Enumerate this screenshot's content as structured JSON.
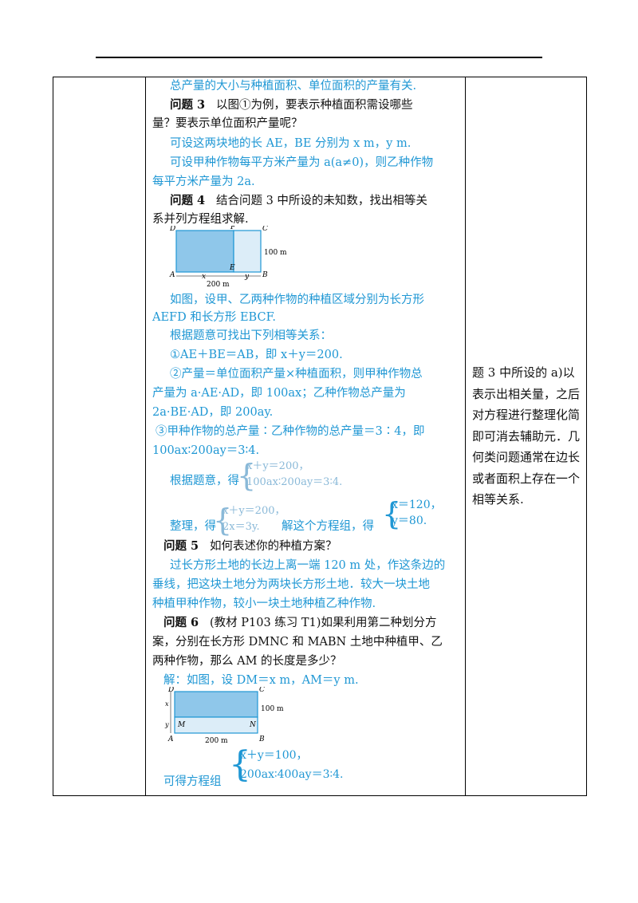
{
  "lines": {
    "l1": "总产量的大小与种植面积、单位面积的产量有关.",
    "q3_label": "问题 3",
    "q3_text": "以图①为例，要表示种植面积需设哪些",
    "q3_text2": "量？要表示单位面积产量呢？",
    "a3_1": "可设这两块地的长 AE，BE 分别为 x m，y m.",
    "a3_2": "可设甲种作物每平方米产量为 a(a≠0)，则乙种作物",
    "a3_3": "每平方米产量为 2a.",
    "q4_label": "问题 4",
    "q4_text": "结合问题 3 中所设的未知数，找出相等关",
    "q4_text2": "系并列方程组求解.",
    "a4_1": "如图，设甲、乙两种作物的种植区域分别为长方形",
    "a4_2": "AEFD 和长方形 EBCF.",
    "a4_3": "根据题意可找出下列相等关系：",
    "a4_4": "①AE＋BE＝AB，即 x＋y＝200.",
    "a4_5": "②产量＝单位面积产量×种植面积，则甲种作物总",
    "a4_6": "产量为 a·AE·AD，即 100ax；乙种作物总产量为",
    "a4_7": "2a·BE·AD，即 200ay.",
    "a4_8": "③甲种作物的总产量∶乙种作物的总产量＝3∶4，即",
    "a4_9": "100ax∶200ay＝3∶4.",
    "a4_10": "根据题意，得",
    "a4_11a": "整理，得",
    "a4_11b": "解这个方程组，得",
    "q5_label": "问题 5",
    "q5_text": "如何表述你的种植方案？",
    "a5_1": "过长方形土地的长边上离一端 120 m 处，作这条边的",
    "a5_2": "垂线，把这块土地分为两块长方形土地．较大一块土地",
    "a5_3": "种植甲种作物，较小一块土地种植乙种作物.",
    "q6_label": "问题 6",
    "q6_text": "(教材 P103 练习 T1)如果利用第二种划分方",
    "q6_text2": "案，分别在长方形 DMNC 和 MABN 土地中种植甲、乙",
    "q6_text3": "两种作物，那么 AM 的长度是多少？",
    "a6_1": "解：如图，设 DM＝x m，AM＝y m.",
    "a6_2": "可得方程组"
  },
  "systems": {
    "s1": [
      "x＋y＝200，",
      "100ax∶200ay＝3∶4."
    ],
    "s2": [
      "x＋y＝200，",
      "2x＝3y."
    ],
    "s3": [
      "x＝120，",
      "y＝80."
    ],
    "s4": [
      "x＋y＝100，",
      "200ax∶400ay＝3∶4."
    ]
  },
  "figure1": {
    "labels": {
      "D": "D",
      "F": "F",
      "C": "C",
      "A": "A",
      "E": "E",
      "B": "B",
      "x": "x",
      "y": "y",
      "w": "200 m",
      "h": "100 m"
    }
  },
  "figure2": {
    "labels": {
      "D": "D",
      "C": "C",
      "M": "M",
      "N": "N",
      "A": "A",
      "B": "B",
      "x": "x",
      "y": "y",
      "w": "200 m",
      "h": "100 m"
    }
  },
  "side_note": "题 3 中所设的 a)以表示出相关量，之后对方程进行整理化简即可消去辅助元．几何类问题通常在边长或者面积上存在一个相等关系."
}
